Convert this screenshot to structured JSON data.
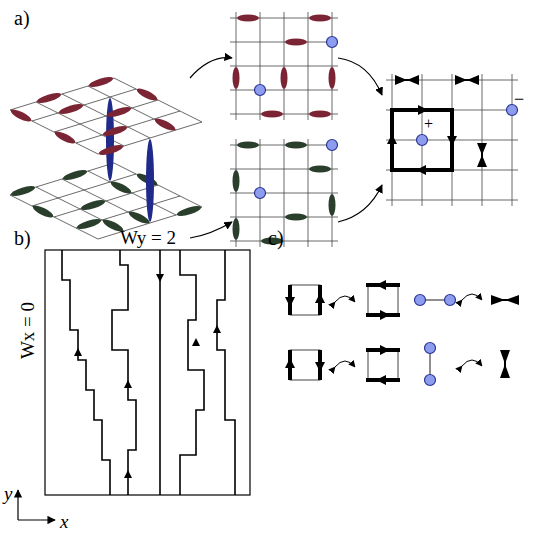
{
  "diagram": {
    "labels": [
      "a)",
      "b)",
      "Wy = 2",
      "Wx = 0",
      "c)",
      "y",
      "x",
      "+",
      "−"
    ]
  }
}
